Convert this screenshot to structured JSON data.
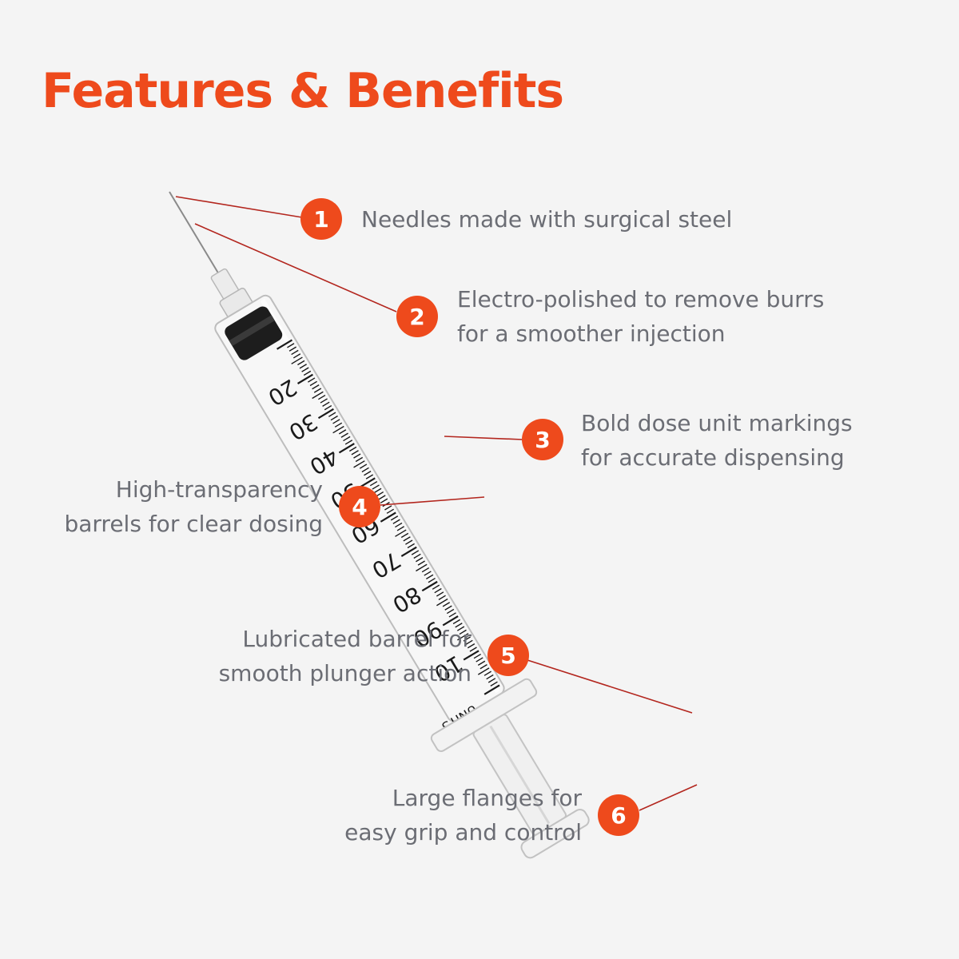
{
  "title": "Features & Benefits",
  "colors": {
    "accent": "#ee4a1c",
    "text": "#6b6d74",
    "leader": "#b3261e",
    "background": "#f4f4f4"
  },
  "syringe": {
    "scale_numbers": [
      "20",
      "30",
      "40",
      "50",
      "60",
      "70",
      "80",
      "90",
      "10"
    ],
    "unit_label": "UNITS"
  },
  "features": [
    {
      "number": "1",
      "lines": [
        "Needles made with surgical steel"
      ]
    },
    {
      "number": "2",
      "lines": [
        "Electro-polished to remove burrs",
        "for a smoother injection"
      ]
    },
    {
      "number": "3",
      "lines": [
        "Bold dose unit markings",
        "for accurate dispensing"
      ]
    },
    {
      "number": "4",
      "lines": [
        "High-transparency",
        "barrels for clear dosing"
      ]
    },
    {
      "number": "5",
      "lines": [
        "Lubricated barrel for",
        "smooth plunger action"
      ]
    },
    {
      "number": "6",
      "lines": [
        "Large flanges for",
        "easy grip and control"
      ]
    }
  ]
}
